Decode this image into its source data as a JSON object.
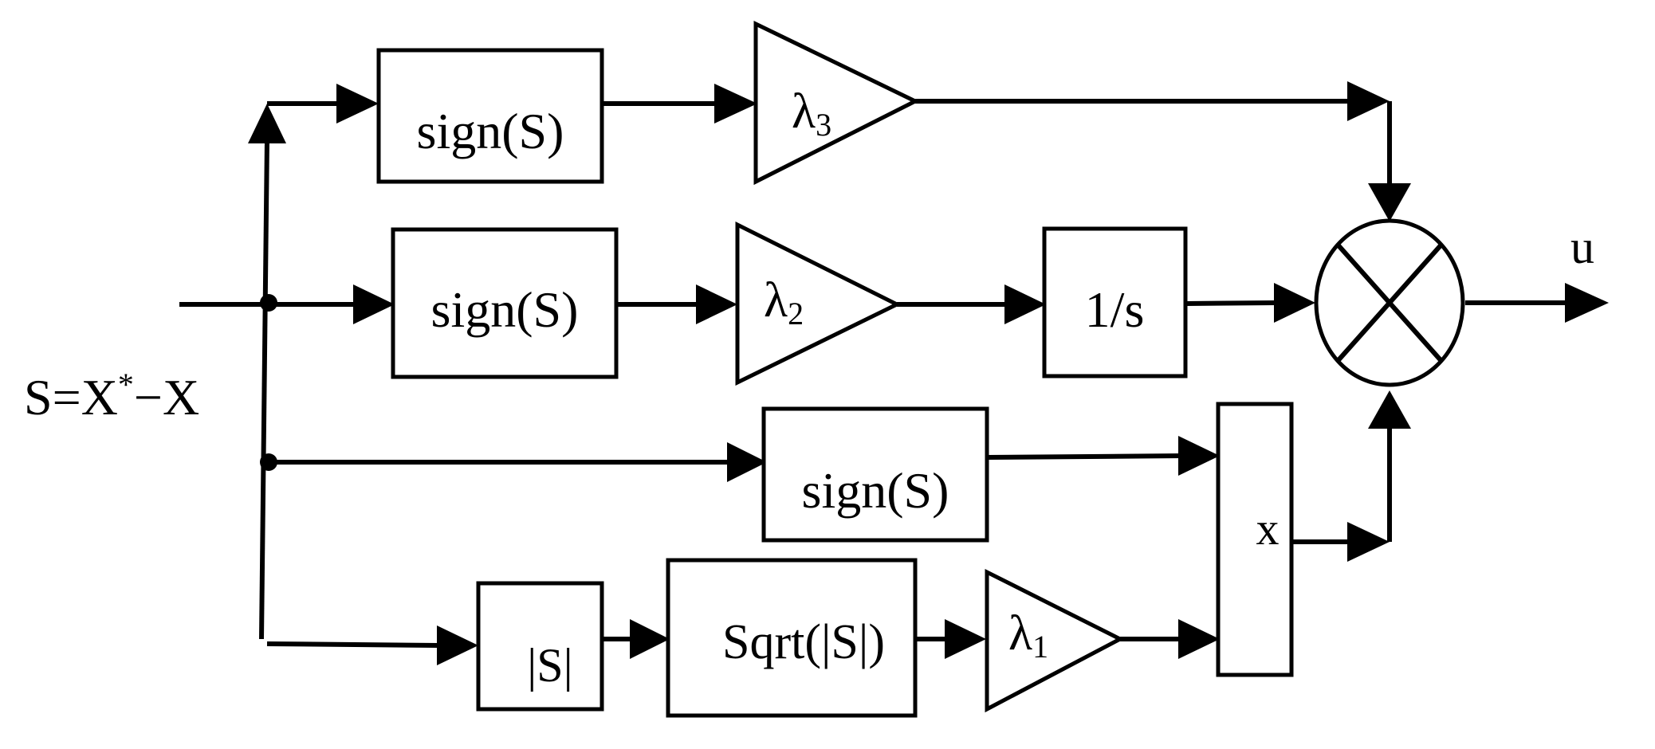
{
  "diagram": {
    "input_label": "S=X*−X",
    "input_label_parts": {
      "base": "S=X",
      "sup": "*",
      "rest": "−X"
    },
    "output_label": "u",
    "blocks": {
      "sign_top": "sign(S)",
      "sign_middle": "sign(S)",
      "sign_lower": "sign(S)",
      "integrator": "1/s",
      "abs": "|S|",
      "sqrt": "Sqrt(|S|)",
      "multiplier": "x"
    },
    "gains": {
      "lambda3": {
        "symbol": "λ",
        "sub": "3"
      },
      "lambda2": {
        "symbol": "λ",
        "sub": "2"
      },
      "lambda1": {
        "symbol": "λ",
        "sub": "1"
      }
    },
    "summing_junction": "cross"
  }
}
